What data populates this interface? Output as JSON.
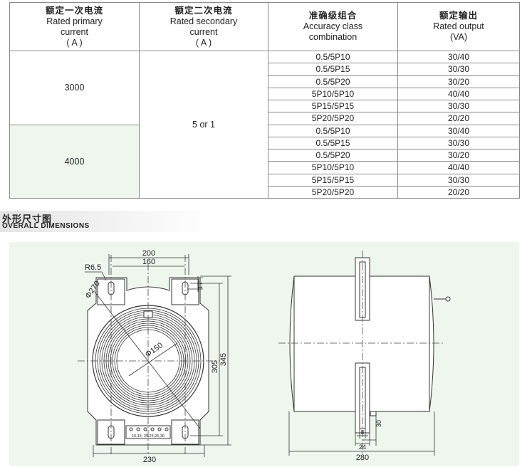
{
  "table": {
    "headers": [
      {
        "zh": "额定一次电流",
        "en": [
          "Rated primary",
          "current",
          "( A )"
        ]
      },
      {
        "zh": "额定二次电流",
        "en": [
          "Rated secondary",
          "current",
          "( A )"
        ]
      },
      {
        "zh": "准确级组合",
        "en": [
          "Accuracy class",
          "combination"
        ]
      },
      {
        "zh": "额定输出",
        "en": [
          "Rated output",
          "(VA)"
        ]
      }
    ],
    "primary_values": [
      "3000",
      "4000"
    ],
    "secondary_value": "5 or 1",
    "rows": [
      {
        "accuracy": "0.5/5P10",
        "output": "30/40"
      },
      {
        "accuracy": "0.5/5P15",
        "output": "30/30"
      },
      {
        "accuracy": "0.5/5P20",
        "output": "30/20"
      },
      {
        "accuracy": "5P10/5P10",
        "output": "40/40"
      },
      {
        "accuracy": "5P15/5P15",
        "output": "30/30"
      },
      {
        "accuracy": "5P20/5P20",
        "output": "20/20"
      },
      {
        "accuracy": "0.5/5P10",
        "output": "30/40"
      },
      {
        "accuracy": "0.5/5P15",
        "output": "30/30"
      },
      {
        "accuracy": "0.5/5P20",
        "output": "30/20"
      },
      {
        "accuracy": "5P10/5P10",
        "output": "40/40"
      },
      {
        "accuracy": "5P15/5P15",
        "output": "30/30"
      },
      {
        "accuracy": "5P20/5P20",
        "output": "20/20"
      }
    ]
  },
  "section": {
    "title_zh": "外形尺寸图",
    "title_en": "OVERALL DIMENSIONS"
  },
  "drawing": {
    "front": {
      "dims": {
        "width_top_outer": "200",
        "width_top_inner": "160",
        "corner_radius": "R6.5",
        "outer_diameter": "Φ270",
        "inner_diameter": "Φ150",
        "slot": "17",
        "height_inner": "305",
        "height_outer": "345",
        "width_base": "230"
      },
      "terminal_label": "15,15, 20,25,25,30"
    },
    "side": {
      "dims": {
        "a": "8",
        "b": "24",
        "c": "30",
        "total": "280"
      }
    },
    "colors": {
      "panel_bg": "#eef6ee",
      "line": "#333333",
      "center_line": "#444444"
    }
  }
}
